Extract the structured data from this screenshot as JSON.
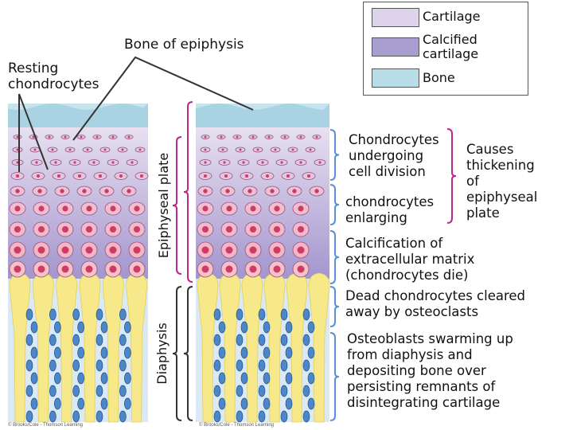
{
  "legend": {
    "items": [
      {
        "label": "Cartilage",
        "color": "#ddd3ea"
      },
      {
        "label": "Calcified\ncartilage",
        "color": "#a99ed0"
      },
      {
        "label": "Bone",
        "color": "#b9dde6"
      }
    ]
  },
  "labels": {
    "resting": "Resting\nchondrocytes",
    "bone_epiphysis": "Bone of epiphysis",
    "epiphyseal_plate": "Epiphyseal plate",
    "diaphysis": "Diaphysis"
  },
  "zones": {
    "division": "Chondrocytes\nundergoing\ncell division",
    "enlarging": "chondrocytes\nenlarging",
    "causes": "Causes\nthickening\nof\nepiphyseal\nplate",
    "calcification": "Calcification of\nextracellular matrix\n(chondrocytes die)",
    "dead": "Dead chondrocytes cleared\naway by osteoclasts",
    "osteoblasts": "Osteoblasts swarming up\nfrom diaphysis and\ndepositing bone over\npersisting remnants of\ndisintegrating cartilage"
  },
  "copyright": "© Brooks/Cole - Thomson Learning",
  "colors": {
    "bracket_pink": "#c0278c",
    "bracket_blue": "#5b8fd8",
    "cartilage_top": "#e7e0f0",
    "cartilage_mid": "#c8bde0",
    "calcified": "#9f92cc",
    "bone_cap": "#a9d3e3",
    "trabecula": "#f7e88a",
    "marrow": "#dbe9f5"
  }
}
